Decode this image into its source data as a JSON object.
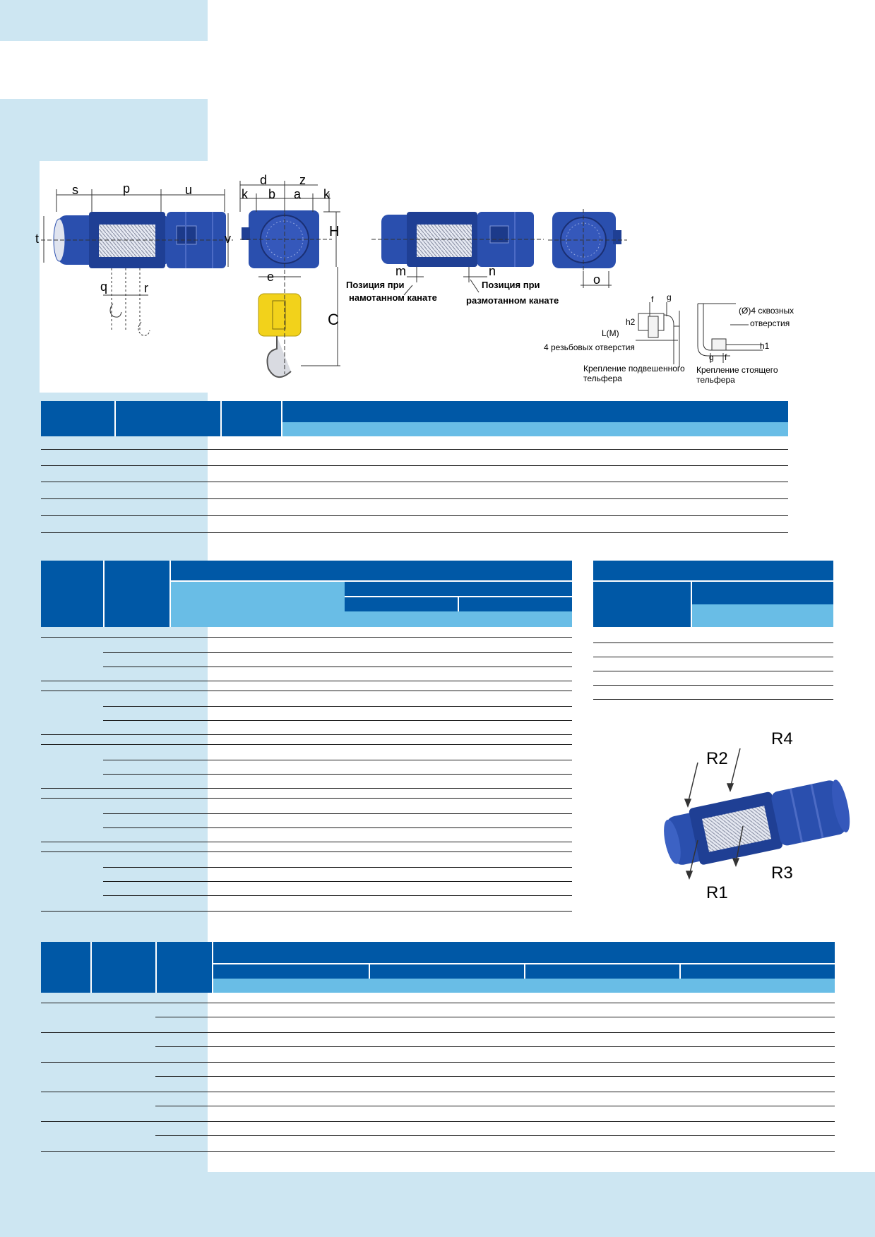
{
  "colors": {
    "band": "#cde6f2",
    "header_dark": "#0058a6",
    "header_light": "#69bde6",
    "hoist_blue": "#2a4fae",
    "hook_block": "#f2d21b"
  },
  "drawing": {
    "dimension_letters": {
      "s": "s",
      "p": "p",
      "u": "u",
      "t": "t",
      "v": "v",
      "q": "q",
      "r": "r",
      "d": "d",
      "z": "z",
      "k1": "k",
      "b": "b",
      "a": "a",
      "k2": "k",
      "H": "H",
      "e": "e",
      "C": "C",
      "m": "m",
      "n": "n",
      "o": "o",
      "f1": "f",
      "g1": "g",
      "h2": "h2",
      "LM": "L(M)",
      "f2": "f",
      "g2": "g",
      "h1": "h1"
    },
    "position_wound_line1": "Позиция при",
    "position_wound_line2": "намотанном канате",
    "position_unwound_line1": "Позиция при",
    "position_unwound_line2": "размотанном канате",
    "threaded_holes": "4 резьбовых отверстия",
    "through_holes_line1": "(Ø)4 сквозных",
    "through_holes_line2": "отверстия",
    "suspended_caption_line1": "Крепление подвешенного",
    "suspended_caption_line2": "тельфера",
    "standing_caption_line1": "Крепление стоящего",
    "standing_caption_line2": "тельфера",
    "reaction_labels": {
      "r1": "R1",
      "r2": "R2",
      "r3": "R3",
      "r4": "R4"
    }
  }
}
